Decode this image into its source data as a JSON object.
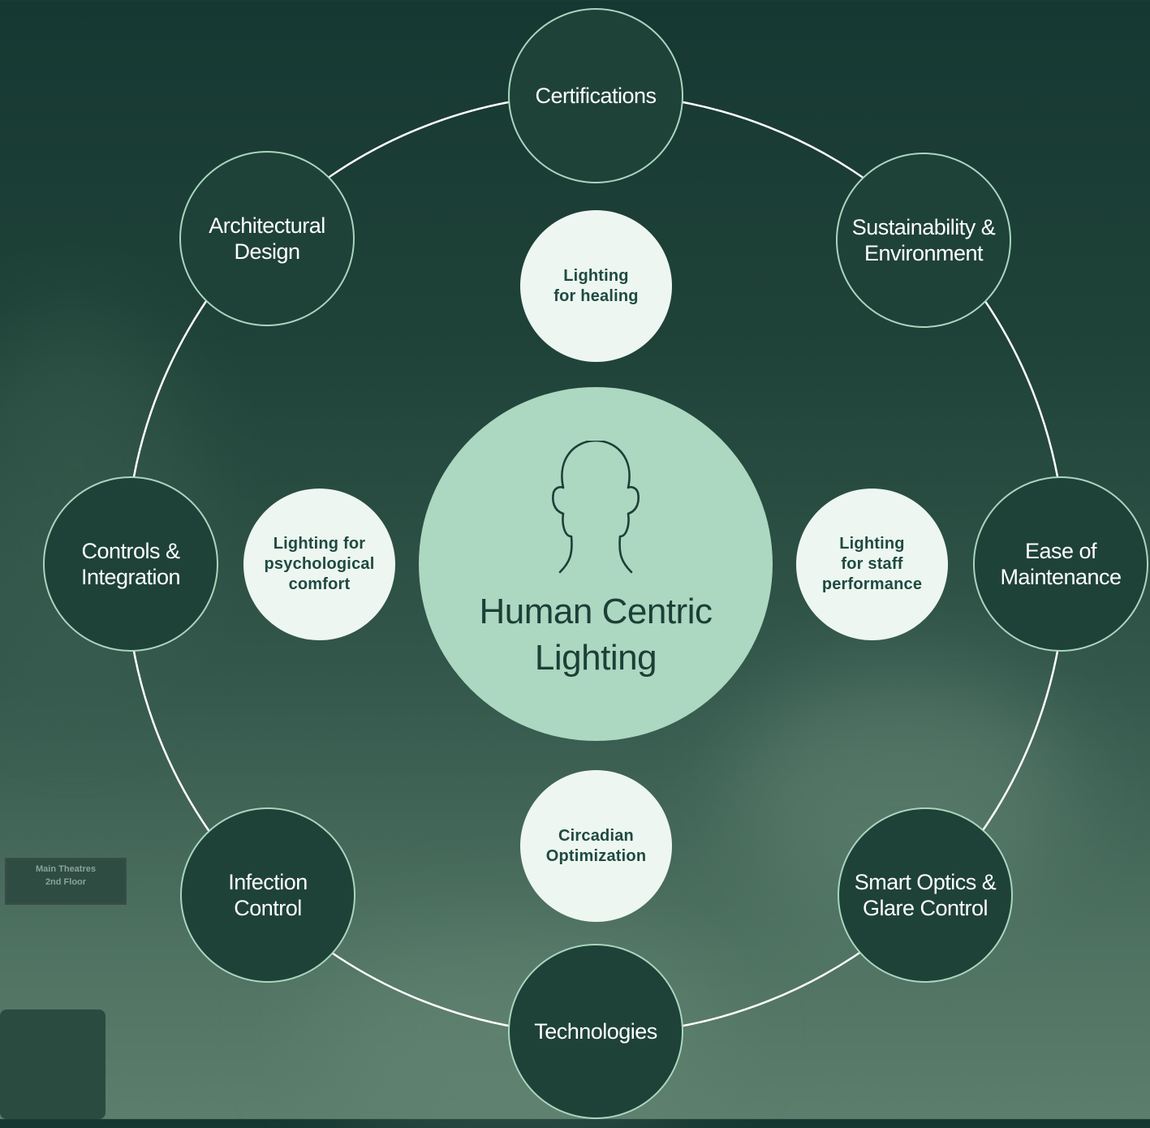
{
  "diagram": {
    "center": {
      "title": "Human Centric\nLighting",
      "icon": "head-silhouette-icon"
    },
    "inner_nodes": [
      {
        "id": "healing",
        "label": "Lighting\nfor healing"
      },
      {
        "id": "psychological",
        "label": "Lighting for\npsychological\ncomfort"
      },
      {
        "id": "staff",
        "label": "Lighting\nfor staff\nperformance"
      },
      {
        "id": "circadian",
        "label": "Circadian\nOptimization"
      }
    ],
    "outer_nodes": [
      {
        "id": "certifications",
        "label": "Certifications"
      },
      {
        "id": "sustainability",
        "label": "Sustainability &\nEnvironment"
      },
      {
        "id": "maintenance",
        "label": "Ease of\nMaintenance"
      },
      {
        "id": "optics",
        "label": "Smart Optics &\nGlare Control"
      },
      {
        "id": "technologies",
        "label": "Technologies"
      },
      {
        "id": "infection",
        "label": "Infection\nControl"
      },
      {
        "id": "controls",
        "label": "Controls &\nIntegration"
      },
      {
        "id": "architectural",
        "label": "Architectural\nDesign"
      }
    ]
  },
  "background": {
    "sign_text": "Main Theatres\n2nd Floor"
  },
  "colors": {
    "dark_green": "#1f4238",
    "mint": "#acd7c1",
    "pale_mint": "#edf6f1",
    "ring_line": "#ffffff",
    "node_border": "#a8d6bf"
  }
}
